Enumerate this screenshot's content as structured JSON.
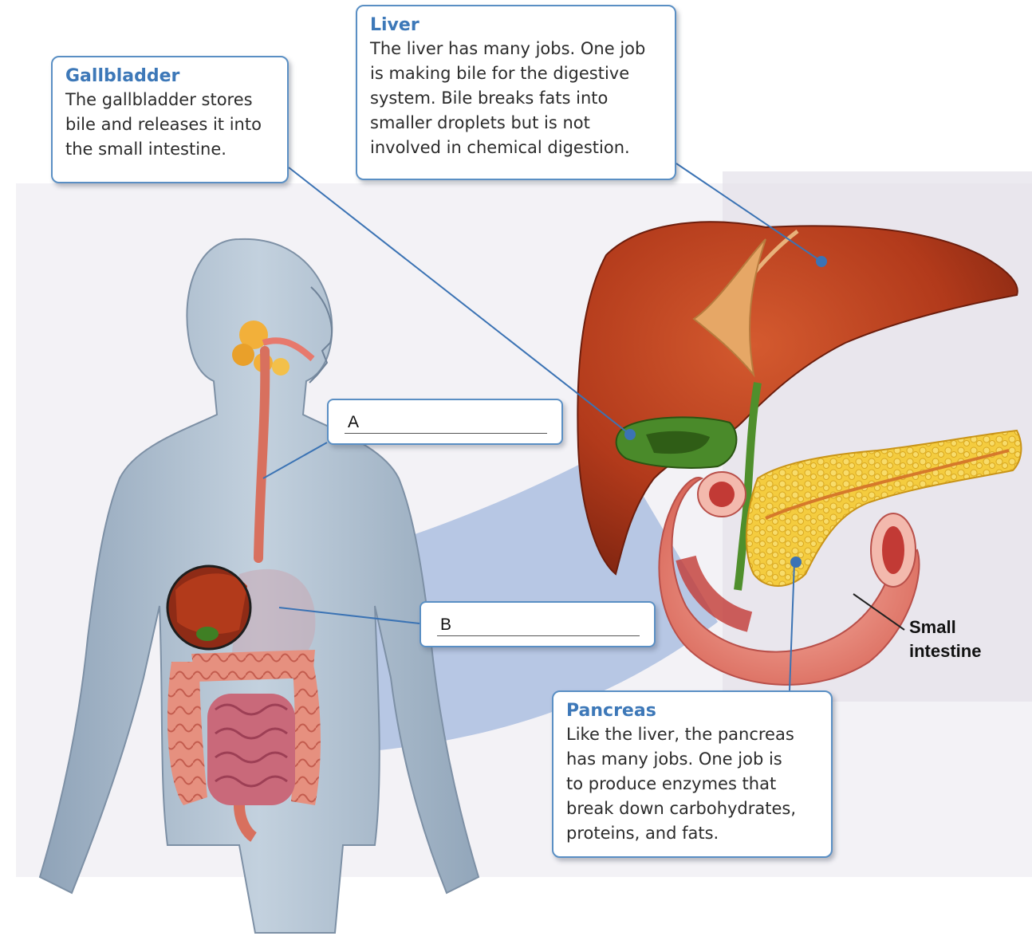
{
  "callouts": {
    "liver": {
      "title": "Liver",
      "lines": [
        "The liver has many jobs. One job",
        "is making bile for the digestive",
        "system. Bile breaks fats into",
        "smaller droplets but is not",
        "involved in chemical digestion."
      ]
    },
    "gallbladder": {
      "title": "Gallbladder",
      "lines": [
        "The gallbladder stores",
        "bile and releases it into",
        "the small intestine."
      ]
    },
    "pancreas": {
      "title": "Pancreas",
      "lines": [
        "Like the liver, the pancreas",
        "has many jobs. One job is",
        "to produce enzymes that",
        "break down carbohydrates,",
        "proteins, and fats."
      ]
    }
  },
  "blanks": {
    "a": "A",
    "b": "B"
  },
  "labels": {
    "small_intestine": [
      "Small",
      "intestine"
    ]
  },
  "colors": {
    "accent_blue": "#3d78b8",
    "liver": "#b43a1c",
    "gallbladder": "#3f7f24",
    "pancreas": "#f2c63a",
    "intestine": "#e58a7a",
    "body": "#aebfcf"
  }
}
